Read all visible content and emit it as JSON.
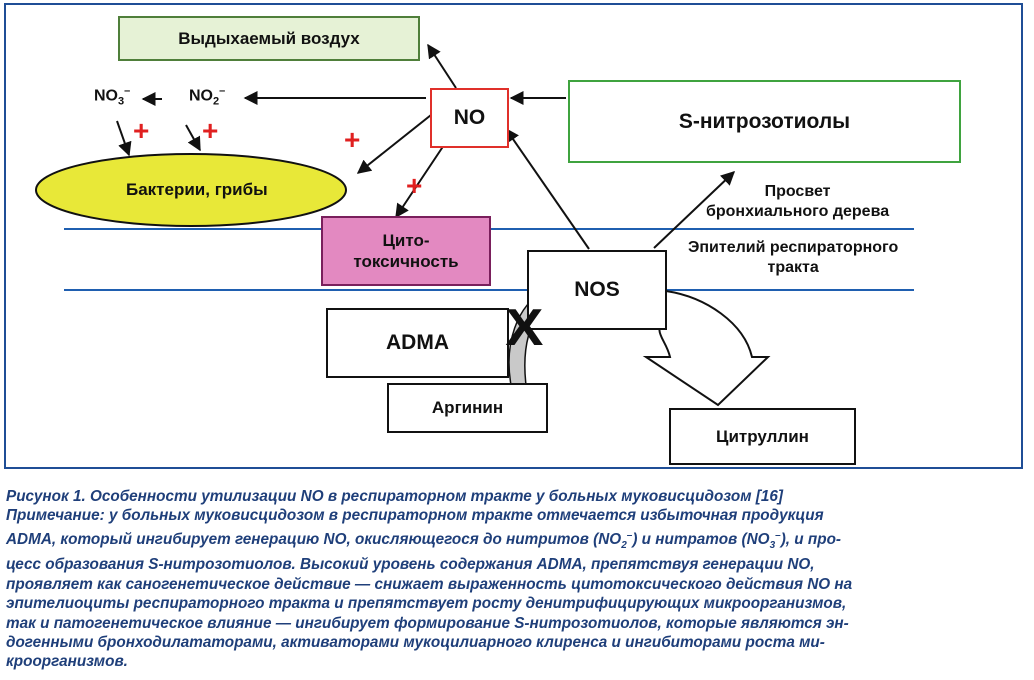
{
  "diagram": {
    "exhaled_air": "Выдыхаемый воздух",
    "no": "NO",
    "nitrate_main": "NO",
    "nitrate_sub": "3",
    "nitrate_sup": "–",
    "nitrite_main": "NO",
    "nitrite_sub": "2",
    "nitrite_sup": "–",
    "plus": "+",
    "bacteria": "Бактерии, грибы",
    "cytotoxicity_line1": "Цито-",
    "cytotoxicity_line2": "токсичность",
    "s_nitrosothiols": "S-нитрозотиолы",
    "lumen_line1": "Просвет",
    "lumen_line2": "бронхиального дерева",
    "epithelium_line1": "Эпителий респираторного",
    "epithelium_line2": "тракта",
    "nos": "NOS",
    "adma": "ADMA",
    "arginine": "Аргинин",
    "citrulline": "Цитруллин",
    "block_mark": "X"
  },
  "colors": {
    "frame": "#1f4e96",
    "exhaled_fill": "#e6f2d6",
    "exhaled_border": "#4f7f3a",
    "bacteria_fill": "#e8e838",
    "cytotoxicity_fill": "#e389c1",
    "cytotoxicity_border": "#7a1f5c",
    "no_border": "#e0302a",
    "snitro_border": "#3fa33f",
    "plus": "#e02020",
    "caption_text": "#1f3f7a"
  },
  "caption": {
    "title": "Рисунок 1. Особенности утилизации NO в респираторном тракте у больных муковисцидозом [16]",
    "line1": "Примечание: у больных муковисцидозом в респираторном тракте отмечается избыточная продукция",
    "line2_a": "ADMA, который ингибирует генерацию NO, окисляющегося до нитритов (NO",
    "line2_sub1": "2",
    "line2_sup1": "–",
    "line2_b": ") и нитратов (NO",
    "line2_sub2": "3",
    "line2_sup2": "–",
    "line2_c": "), и про-",
    "line3": "цесс образования S-нитрозотиолов. Высокий уровень содержания ADMA, препятствуя генерации NO,",
    "line4": "проявляет как саногенетическое действие — снижает выраженность цитотоксического действия NO на",
    "line5": "эпителиоциты респираторного тракта и препятствует росту денитрифицирующих микроорганизмов,",
    "line6": "так и патогенетическое влияние — ингибирует формирование S-нитрозотиолов, которые являются эн-",
    "line7": "догенными бронходилататорами, активаторами мукоцилиарного клиренса и ингибиторами роста ми-",
    "line8": "кроорганизмов."
  }
}
